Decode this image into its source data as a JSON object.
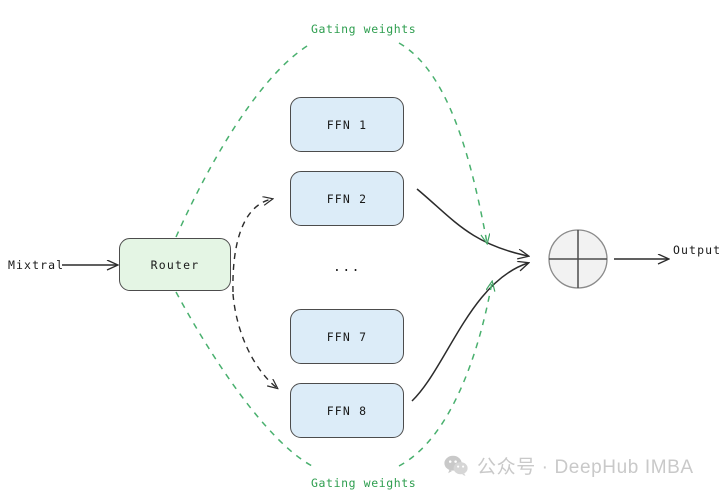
{
  "diagram": {
    "title": "Mixtral Mixture-of-Experts routing diagram",
    "input_label": "Mixtral",
    "router_label": "Router",
    "output_label": "Output",
    "ellipsis": "...",
    "experts": [
      {
        "label": "FFN 1"
      },
      {
        "label": "FFN 2"
      },
      {
        "label": "FFN 7"
      },
      {
        "label": "FFN 8"
      }
    ],
    "gating_label_top": "Gating weights",
    "gating_label_bottom": "Gating weights",
    "sum_node": {
      "name": "weighted-sum-node",
      "glyph": "cross"
    },
    "colors": {
      "background": "#ffffff",
      "expert_fill": "#dcecf8",
      "router_fill": "#e4f5e4",
      "node_border": "#4c4c4c",
      "gating_green": "#2e9e4f",
      "gating_dash": "#49b06e",
      "edge_black": "#2b2b2b",
      "text": "#1a1a1a",
      "watermark": "#c9c9c9"
    }
  },
  "watermark": {
    "icon": "wechat-icon",
    "text": "公众号 · DeepHub IMBA"
  }
}
